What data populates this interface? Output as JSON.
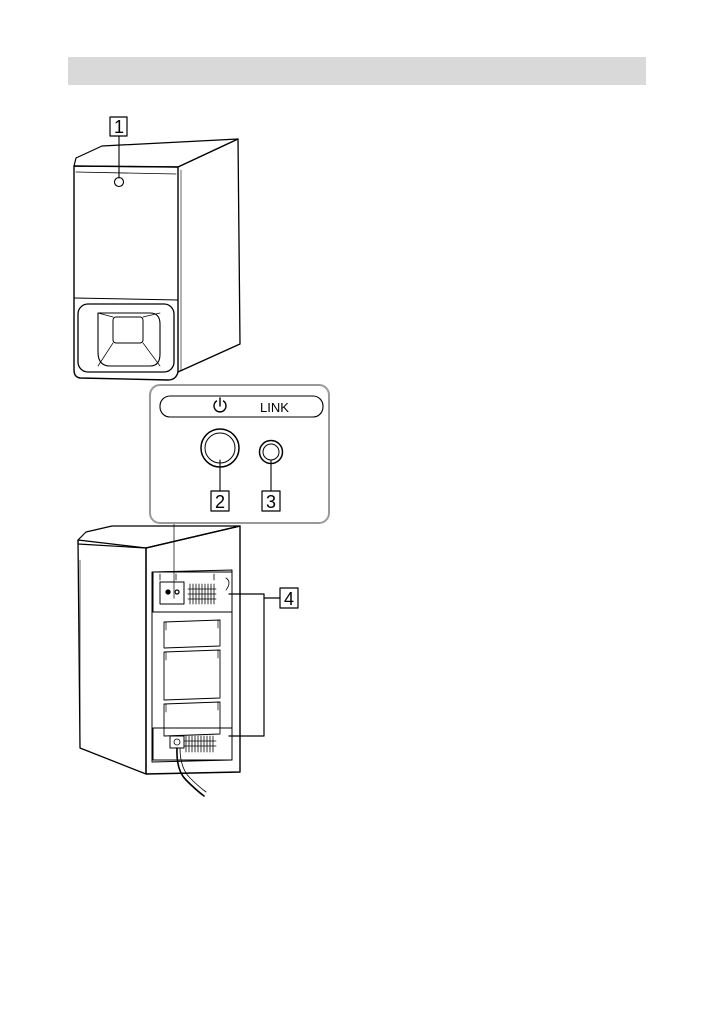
{
  "header": {
    "fill": "#d9d9d9"
  },
  "figure": {
    "callouts": [
      {
        "label": "1"
      },
      {
        "label": "2"
      },
      {
        "label": "3"
      },
      {
        "label": "4"
      }
    ],
    "panel": {
      "power_icon": "power-icon",
      "link_label": "LINK"
    }
  }
}
